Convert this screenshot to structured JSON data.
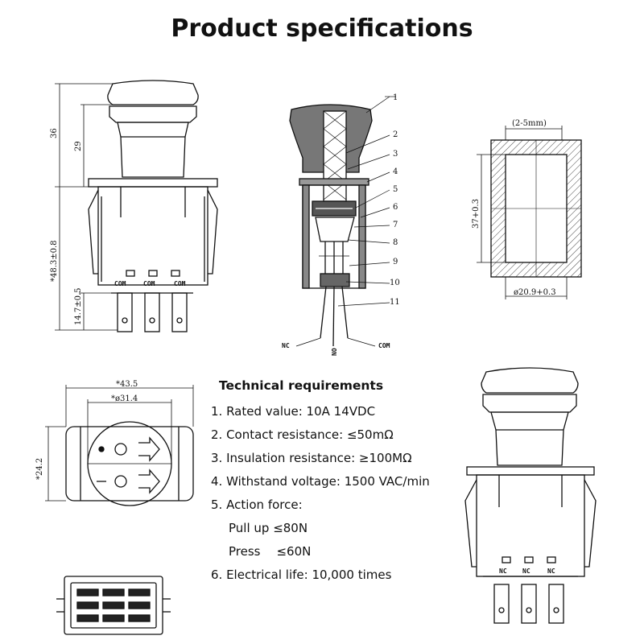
{
  "title": "Product specifications",
  "front_view": {
    "dims": [
      "36",
      "29",
      "*48.3±0.8",
      "14.7±0.5"
    ],
    "pins": [
      "COM",
      "COM",
      "COM"
    ]
  },
  "section_view": {
    "callouts": [
      "1",
      "2",
      "3",
      "4",
      "5",
      "6",
      "7",
      "8",
      "9",
      "10",
      "11"
    ],
    "terminals": [
      "NC",
      "NO",
      "COM"
    ]
  },
  "panel_cutout": {
    "thickness": "(2-5mm)",
    "height": "37+0.3",
    "width": "ø20.9+0.3"
  },
  "top_view": {
    "outer": "*43.5",
    "inner": "*ø31.4",
    "height": "*24.2"
  },
  "side_view": {
    "pins": [
      "NC",
      "NC",
      "NC"
    ]
  },
  "requirements": {
    "heading": "Technical requirements",
    "items": [
      "1. Rated value: 10A 14VDC",
      "2. Contact resistance: ≤50mΩ",
      "3. Insulation resistance: ≥100MΩ",
      "4. Withstand voltage: 1500 VAC/min",
      "5. Action force:"
    ],
    "pull_up": "Pull up ≤80N",
    "press_label": "Press",
    "press_value": "≤60N",
    "electrical_life": "6. Electrical life: 10,000 times"
  }
}
